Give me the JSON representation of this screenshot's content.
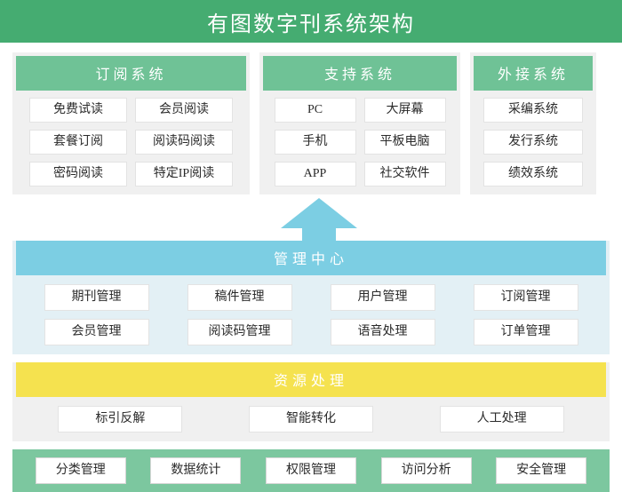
{
  "header": {
    "title": "有图数字刊系统架构",
    "bg_color": "#45ac71",
    "text_color": "#ffffff"
  },
  "colors": {
    "green_header": "#6fc296",
    "green_title": "#45ac71",
    "green_bottom_bar": "#7cc79f",
    "blue_header": "#7ccee3",
    "blue_body": "#e3f0f5",
    "yellow_header": "#f5e24f",
    "panel_body": "#f0f0f0",
    "tile_bg": "#ffffff"
  },
  "top_panels": [
    {
      "title": "订阅系统",
      "items": [
        "免费试读",
        "会员阅读",
        "套餐订阅",
        "阅读码阅读",
        "密码阅读",
        "特定IP阅读"
      ]
    },
    {
      "title": "支持系统",
      "items": [
        "PC",
        "大屏幕",
        "手机",
        "平板电脑",
        "APP",
        "社交软件"
      ]
    },
    {
      "title": "外接系统",
      "items": [
        "采编系统",
        "发行系统",
        "绩效系统"
      ]
    }
  ],
  "arrow": {
    "direction": "up",
    "color": "#7ccee3"
  },
  "management_center": {
    "title": "管理中心",
    "items": [
      "期刊管理",
      "稿件管理",
      "用户管理",
      "订阅管理",
      "会员管理",
      "阅读码管理",
      "语音处理",
      "订单管理"
    ]
  },
  "resource_processing": {
    "title": "资源处理",
    "items": [
      "标引反解",
      "智能转化",
      "人工处理"
    ]
  },
  "bottom_bar": {
    "items": [
      "分类管理",
      "数据统计",
      "权限管理",
      "访问分析",
      "安全管理"
    ]
  }
}
